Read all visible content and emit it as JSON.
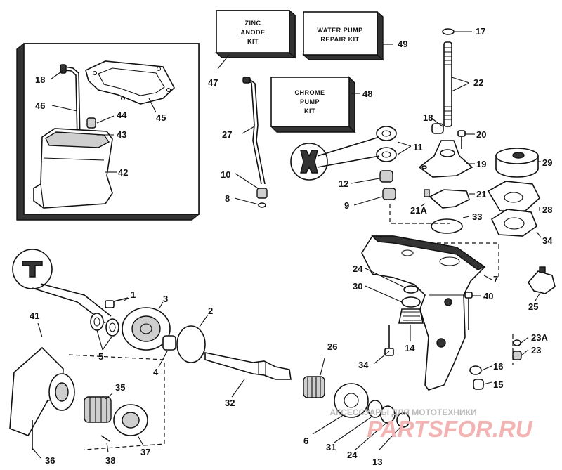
{
  "kits": {
    "zinc": [
      "ZINC",
      "ANODE",
      "KIT"
    ],
    "water_pump": [
      "WATER PUMP",
      "REPAIR KIT"
    ],
    "chrome": [
      "CHROME",
      "PUMP",
      "KIT"
    ]
  },
  "callouts": {
    "c47": "47",
    "c49": "49",
    "c48": "48",
    "c17": "17",
    "c22": "22",
    "c18a": "18",
    "c46": "46",
    "c44": "44",
    "c43": "43",
    "c42": "42",
    "c45": "45",
    "c27": "27",
    "c10": "10",
    "c8": "8",
    "c18b": "18",
    "c20": "20",
    "c11": "11",
    "c19": "19",
    "c29": "29",
    "c12": "12",
    "c9": "9",
    "c21": "21",
    "c21a": "21A",
    "c28": "28",
    "c33": "33",
    "c34a": "34",
    "c7": "7",
    "c24a": "24",
    "c30": "30",
    "c40": "40",
    "c25": "25",
    "c14": "14",
    "c23a": "23A",
    "c23": "23",
    "c34b": "34",
    "c16": "16",
    "c15": "15",
    "c1": "1",
    "c3": "3",
    "c2": "2",
    "c41": "41",
    "c5": "5",
    "c4": "4",
    "c32": "32",
    "c26": "26",
    "c35": "35",
    "c6": "6",
    "c31": "31",
    "c24b": "24",
    "c13": "13",
    "c36": "36",
    "c38": "38",
    "c37": "37"
  },
  "watermark": {
    "top": "АКСЕССУАРЫ ДЛЯ МОТОТЕХНИКИ",
    "brand": "PARTSFOR.RU"
  }
}
